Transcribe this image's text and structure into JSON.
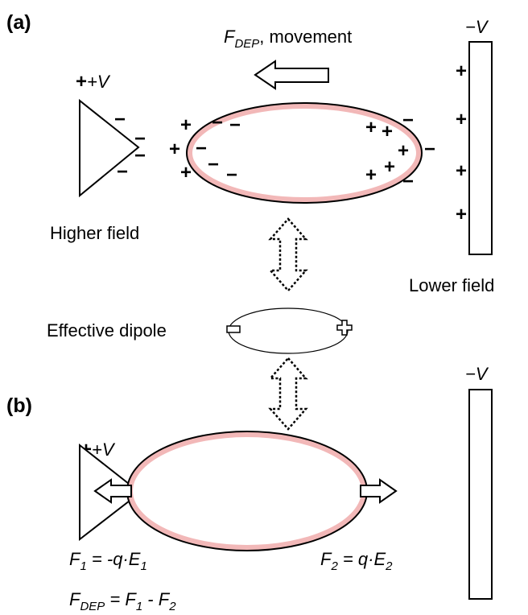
{
  "panel_a": {
    "label": "(a)",
    "left_electrode_voltage": "+V",
    "right_electrode_voltage": "−V",
    "force_label_main": "F",
    "force_label_sub": "DEP",
    "force_label_suffix": ", movement",
    "higher_field_label": "Higher field",
    "lower_field_label": "Lower field",
    "plus": "+",
    "minus": "−"
  },
  "middle": {
    "dipole_label": "Effective dipole"
  },
  "panel_b": {
    "label": "(b)",
    "left_electrode_voltage": "+V",
    "right_electrode_voltage": "−V",
    "eq1": {
      "lhs": "F",
      "lhs_sub": "1",
      "mid": " = -q·",
      "rhs": "E",
      "rhs_sub": "1"
    },
    "eq2": {
      "lhs": "F",
      "lhs_sub": "2",
      "mid": " = q·",
      "rhs": "E",
      "rhs_sub": "2"
    },
    "eq3": {
      "lhs": "F",
      "lhs_sub": "DEP",
      "mid1": " = ",
      "a": "F",
      "a_sub": "1",
      "mid2": " - ",
      "b": "F",
      "b_sub": "2"
    }
  },
  "colors": {
    "cell_outline": "#f2b8b8",
    "stroke": "#000000"
  }
}
